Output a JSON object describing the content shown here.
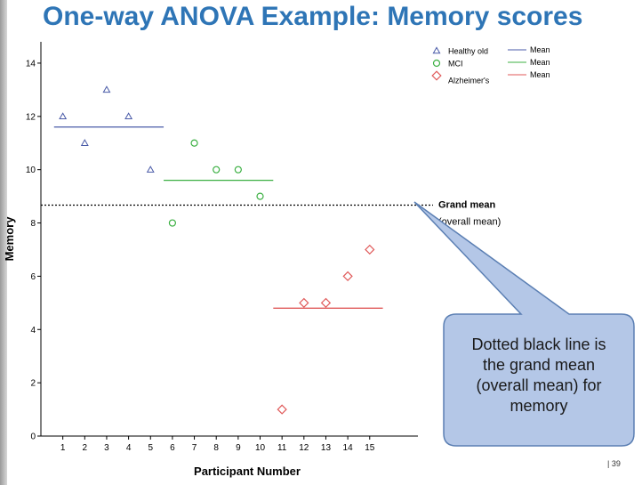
{
  "slide": {
    "title": "One-way ANOVA Example: Memory scores",
    "number": "39",
    "colors": {
      "title": "#2e75b6",
      "callout_fill": "#b4c7e7",
      "callout_stroke": "#5b7fb3"
    }
  },
  "chart_data": {
    "type": "scatter",
    "xlabel": "Participant Number",
    "ylabel": "Memory",
    "xlim": [
      0,
      17.2
    ],
    "ylim": [
      0,
      14.8
    ],
    "x_ticks": [
      1,
      2,
      3,
      4,
      5,
      6,
      7,
      8,
      9,
      10,
      11,
      12,
      13,
      14,
      15
    ],
    "y_ticks": [
      0,
      2,
      4,
      6,
      8,
      10,
      12,
      14
    ],
    "grid": false,
    "legend_position": "top-right",
    "series": [
      {
        "name": "Healthy old",
        "marker": "triangle",
        "color": "#4a5ba8",
        "x": [
          1,
          2,
          3,
          4,
          5
        ],
        "y": [
          12,
          11,
          13,
          12,
          10
        ],
        "mean": 11.6,
        "mean_label": "Mean"
      },
      {
        "name": "MCI",
        "marker": "circle",
        "color": "#3cb043",
        "x": [
          6,
          7,
          8,
          9,
          10
        ],
        "y": [
          8,
          11,
          10,
          10,
          9
        ],
        "mean": 9.6,
        "mean_label": "Mean"
      },
      {
        "name": "Alzheimer's",
        "marker": "diamond",
        "color": "#e05a5a",
        "x": [
          11,
          12,
          13,
          14,
          15
        ],
        "y": [
          1,
          5,
          5,
          6,
          7
        ],
        "mean": 4.8,
        "mean_label": "Mean"
      }
    ],
    "grand_mean": {
      "value": 8.67,
      "label": "Grand mean",
      "sublabel": "(overall mean)"
    },
    "callout": {
      "lines": [
        "Dotted black line is",
        "the grand mean",
        "(overall mean) for",
        "memory"
      ]
    }
  }
}
